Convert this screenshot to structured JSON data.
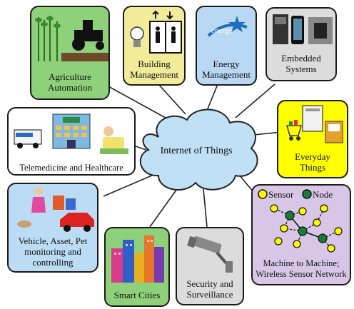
{
  "hub": {
    "label": "Internet of Things",
    "color": "#bfe0f5"
  },
  "boxes": {
    "agriculture": {
      "lines": [
        "Agriculture",
        "Automation"
      ],
      "color": "#8fd07a"
    },
    "building": {
      "lines": [
        "Building",
        "Management"
      ],
      "color": "#f2ec9a"
    },
    "energy": {
      "lines": [
        "Energy",
        "Management"
      ],
      "color": "#b9d8f3"
    },
    "embedded": {
      "lines": [
        "Embedded",
        "Systems"
      ],
      "color": "#dcdcdc"
    },
    "everyday": {
      "lines": [
        "Everyday",
        "Things"
      ],
      "color": "#ffff00"
    },
    "telemedicine": {
      "lines": [
        "Telemedicine and Healthcare"
      ],
      "color": "#ffffff"
    },
    "vehicle": {
      "lines": [
        "Vehicle, Asset, Pet",
        "monitoring and",
        "controlling"
      ],
      "color": "#bcdcf5"
    },
    "smart_cities": {
      "lines": [
        "Smart Cities"
      ],
      "color": "#8fd07a"
    },
    "security": {
      "lines": [
        "Security and",
        "Surveillance"
      ],
      "color": "#dcdcdc"
    },
    "m2m": {
      "lines": [
        "Machine to Machine;",
        "Wireless Sensor Network"
      ],
      "color": "#d8c6e6"
    }
  },
  "m2m_legend": {
    "sensor": "Sensor",
    "node": "Node",
    "sensor_color": "#ffff00",
    "node_color": "#1a7a3a"
  }
}
